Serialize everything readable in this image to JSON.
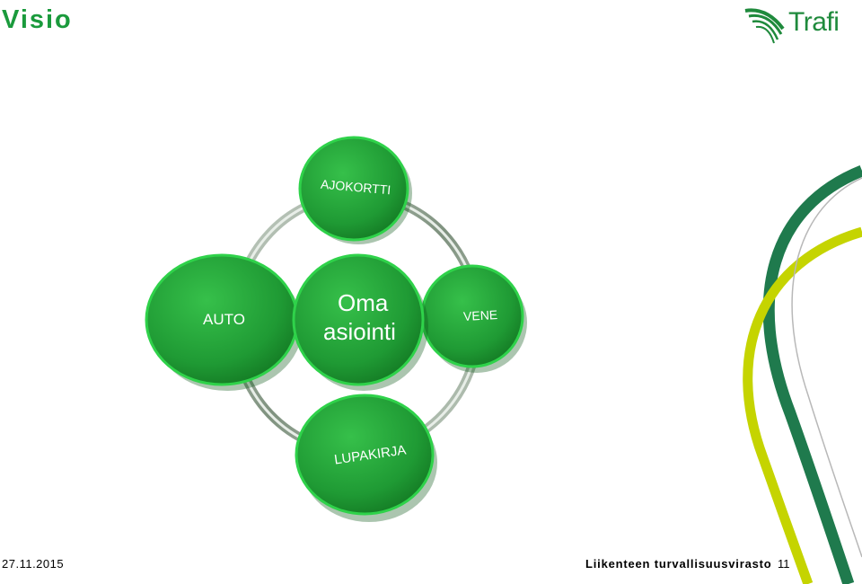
{
  "slide": {
    "title": "Visio"
  },
  "logo": {
    "text": "Trafi",
    "icon": "trafi-swoosh-icon"
  },
  "diagram": {
    "center": {
      "line1": "Oma",
      "line2": "asiointi"
    },
    "nodes": {
      "top": "AJOKORTTI",
      "left": "AUTO",
      "right": "VENE",
      "bottom": "LUPAKIRJA"
    }
  },
  "footer": {
    "date": "27.11.2015",
    "organization": "Liikenteen turvallisuusvirasto",
    "page_number": "11"
  },
  "colors": {
    "title_green": "#1a9a3c",
    "node_green": "#27a83a",
    "dark_green": "#1f7a4d",
    "lime": "#c5d400",
    "ring_gray": "#9aa89a"
  }
}
